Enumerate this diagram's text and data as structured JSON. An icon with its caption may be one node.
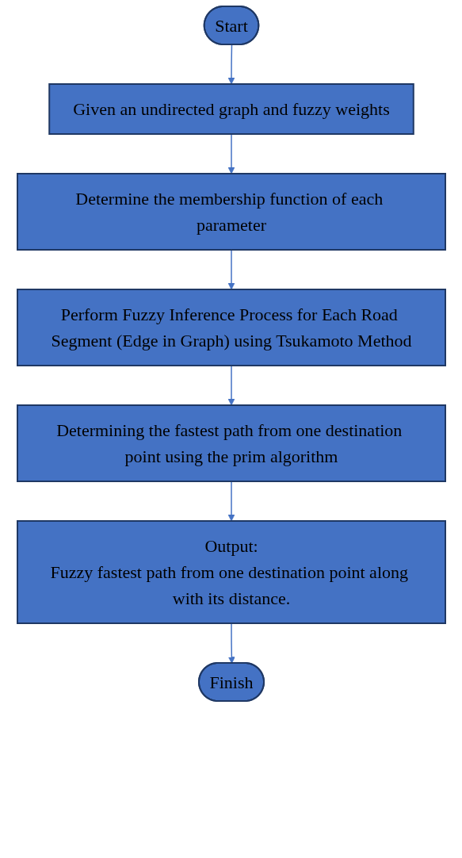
{
  "diagram": {
    "nodes": [
      {
        "text": [
          "Start"
        ]
      },
      {
        "text": [
          "Given an undirected graph and fuzzy weights"
        ]
      },
      {
        "text": [
          "Determine the membership function of each parameter"
        ]
      },
      {
        "text": [
          "Perform Fuzzy Inference Process for Each Road Segment (Edge in Graph) using Tsukamoto Method"
        ]
      },
      {
        "text": [
          "Determining the fastest path from one destination point using the prim algorithm"
        ]
      },
      {
        "text": [
          "Output:",
          "Fuzzy fastest path from one destination point along with its distance."
        ]
      },
      {
        "text": [
          "Finish"
        ]
      }
    ],
    "edges": [
      {
        "from": 0,
        "to": 1,
        "arrow": "to"
      },
      {
        "from": 1,
        "to": 2,
        "arrow": "to"
      },
      {
        "from": 2,
        "to": 3,
        "arrow": "to"
      },
      {
        "from": 3,
        "to": 4,
        "arrow": "to"
      },
      {
        "from": 4,
        "to": 5,
        "arrow": "to"
      },
      {
        "from": 5,
        "to": 6,
        "arrow": "to"
      }
    ]
  }
}
